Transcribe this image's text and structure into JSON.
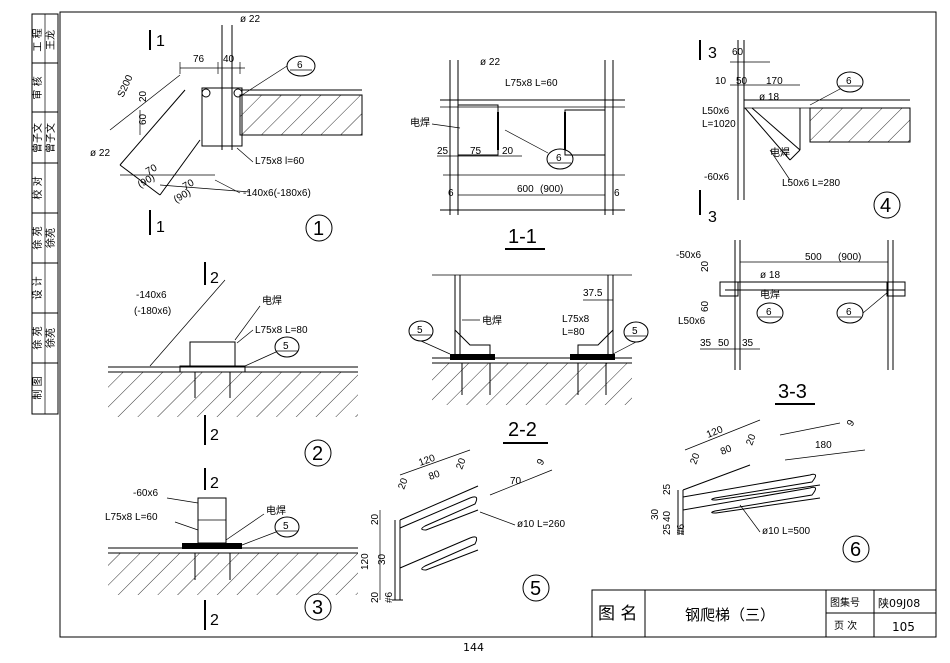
{
  "left_strip": {
    "rows": [
      {
        "role": "工 程",
        "sign": "王龙"
      },
      {
        "role": "审 核",
        "sign": ""
      },
      {
        "role": "曾子文",
        "sign": "曾子文"
      },
      {
        "role": "校 对",
        "sign": ""
      },
      {
        "role": "徐 苑",
        "sign": "徐苑"
      },
      {
        "role": "设 计",
        "sign": ""
      },
      {
        "role": "徐 苑",
        "sign": "徐苑"
      },
      {
        "role": "制 图",
        "sign": ""
      }
    ]
  },
  "title_block": {
    "name_label": "图 名",
    "title": "钢爬梯（三）",
    "atlas_label": "图集号",
    "atlas_no": "陕09J08",
    "page_label": "页 次",
    "page_no": "105"
  },
  "footer_page": "144",
  "details": {
    "d1": {
      "number": "1",
      "labels": [
        "ø 22",
        "76",
        "40",
        "S200",
        "20",
        "60",
        "ø 22",
        "70",
        "(90)",
        "70",
        "(90)",
        "L75x8  l=60",
        "-140x6(-180x6)",
        "6"
      ],
      "cut": "1"
    },
    "s11": {
      "title": "1-1",
      "labels": [
        "ø 22",
        "L75x8  L=60",
        "电焊",
        "25",
        "75",
        "20",
        "6",
        "600",
        "(900)",
        "6",
        "6"
      ]
    },
    "d3x": {
      "number": "4",
      "labels": [
        "3",
        "60",
        "10",
        "50",
        "170",
        "L50x6",
        "L=1020",
        "ø 18",
        "6",
        "电焊",
        "-60x6",
        "L50x6  L=280",
        "3"
      ]
    },
    "s33": {
      "title": "3-3",
      "labels": [
        "-50x6",
        "20",
        "500",
        "(900)",
        "ø 18",
        "电焊",
        "60",
        "L50x6",
        "6",
        "6",
        "35",
        "50",
        "35"
      ]
    },
    "d2": {
      "number": "2",
      "labels": [
        "2",
        "-140x6",
        "(-180x6)",
        "电焊",
        "L75x8  L=80",
        "5",
        "2"
      ]
    },
    "s22": {
      "title": "2-2",
      "labels": [
        "5",
        "电焊",
        "37.5",
        "L75x8",
        "L=80",
        "5"
      ]
    },
    "d3": {
      "number": "3",
      "labels": [
        "2",
        "-60x6",
        "L75x8  L=60",
        "电焊",
        "5",
        "2"
      ]
    },
    "d5": {
      "number": "5",
      "labels": [
        "120",
        "20",
        "80",
        "20",
        "70",
        "9",
        "ø10  L=260",
        "20",
        "120",
        "30",
        "20",
        "#6"
      ]
    },
    "d6": {
      "number": "6",
      "labels": [
        "120",
        "20",
        "80",
        "20",
        "9",
        "180",
        "25",
        "30",
        "40",
        "25",
        "#6",
        "ø10  L=500"
      ]
    }
  }
}
